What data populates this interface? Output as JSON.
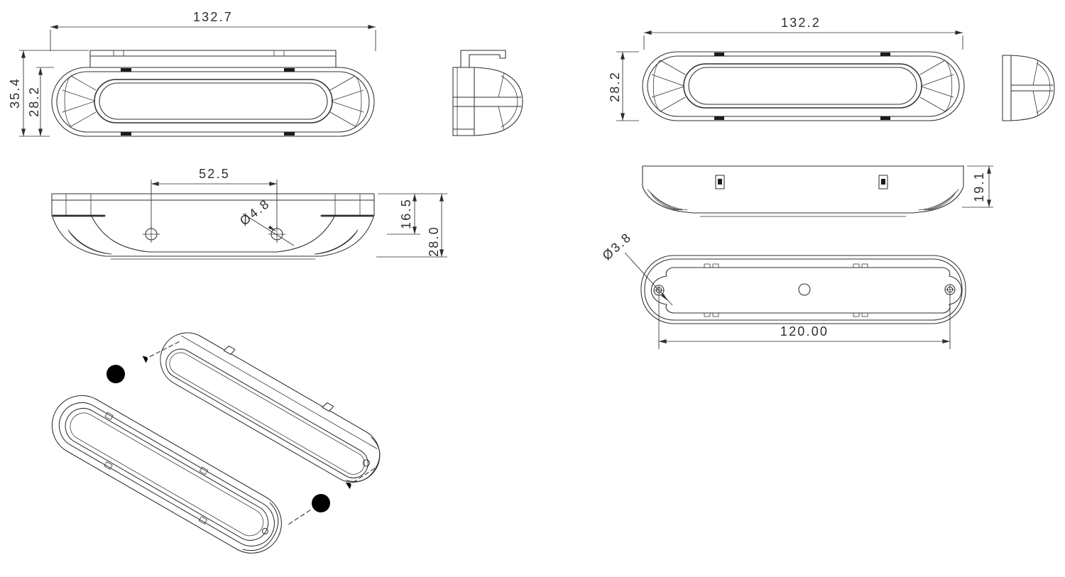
{
  "meta": {
    "sheet_background": "#ffffff",
    "line_color": "#2e2e2e",
    "description": "2-view CAD dimension drawing of two oblong LED marker lamp housings with exploded isometric view"
  },
  "dims": {
    "a_width": "132.7",
    "a_overall_height": "35.4",
    "a_body_height": "28.2",
    "a_hole_spacing": "52.5",
    "a_hole_dia": "Ø4.8",
    "a_lens_offset": "16.5",
    "a_depth": "28.0",
    "b_width": "132.2",
    "b_height": "28.2",
    "b_depth": "19.1",
    "b_hole_dia": "Ø3.8",
    "b_hole_spacing": "120.00"
  }
}
